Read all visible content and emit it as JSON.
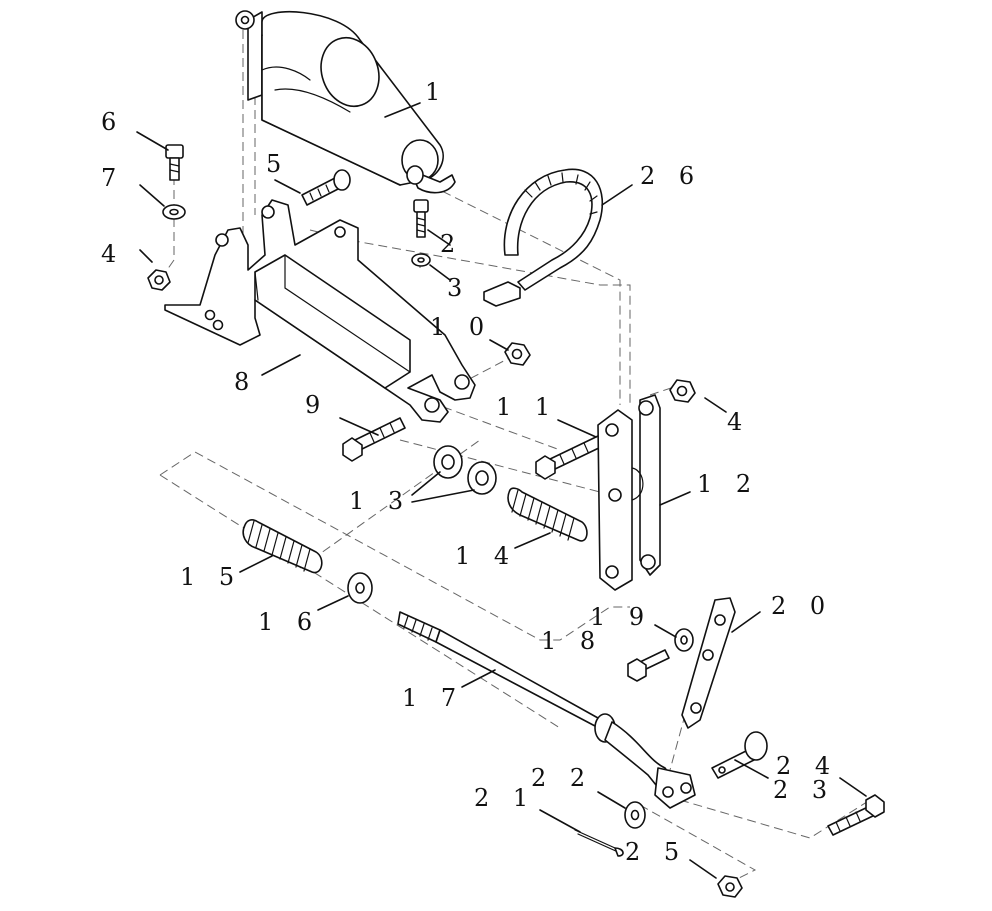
{
  "callouts": {
    "c1": "1",
    "c2": "2",
    "c3": "3",
    "c4_left": "4",
    "c4_right": "4",
    "c5": "5",
    "c6": "6",
    "c7": "7",
    "c8": "8",
    "c9": "9",
    "c10": "1 0",
    "c11": "1 1",
    "c12": "1 2",
    "c13": "1 3",
    "c14": "1 4",
    "c15": "1 5",
    "c16": "1 6",
    "c17": "1 7",
    "c18": "1 8",
    "c19": "1 9",
    "c20": "2 0",
    "c21": "2 1",
    "c22": "2 2",
    "c23": "2 3",
    "c24": "2 4",
    "c25": "2 5",
    "c26": "2 6"
  },
  "colors": {
    "line": "#111111",
    "dashed": "#666666",
    "background": "#ffffff"
  }
}
